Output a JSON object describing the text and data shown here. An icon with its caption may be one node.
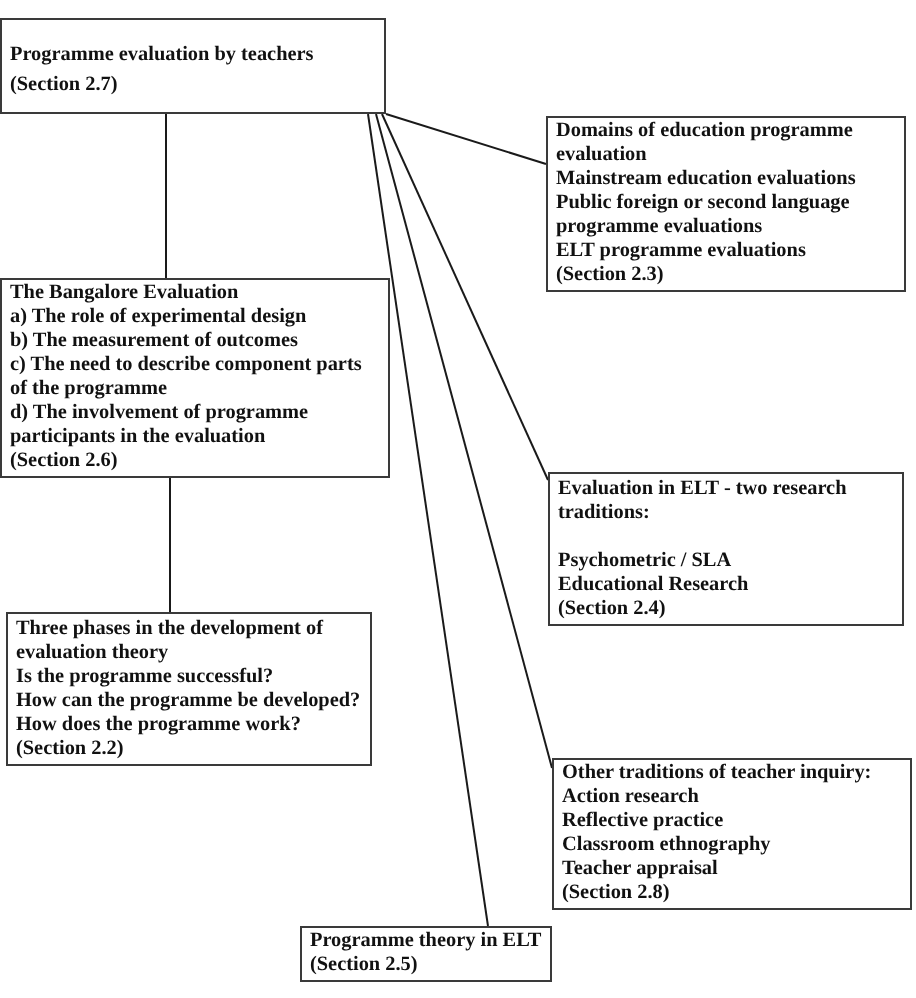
{
  "diagram": {
    "nodes": [
      {
        "text": [
          "Programme evaluation by teachers",
          "(Section 2.7)"
        ]
      },
      {
        "text": [
          "Domains of education programme evaluation",
          "Mainstream education evaluations",
          "Public foreign or second language programme evaluations",
          "ELT programme evaluations",
          "(Section 2.3)"
        ]
      },
      {
        "text": [
          "The Bangalore Evaluation",
          "a) The role of experimental design",
          "b) The measurement of outcomes",
          "c) The need to describe component parts of the programme",
          "d) The involvement of programme participants in the evaluation",
          "(Section 2.6)"
        ]
      },
      {
        "text": [
          "Evaluation in ELT - two research traditions:",
          "Psychometric / SLA",
          "Educational Research",
          "(Section 2.4)"
        ]
      },
      {
        "text": [
          "Three phases in the development of evaluation theory",
          "Is the programme successful?",
          "How can the programme be developed?",
          "How does the programme work?",
          "(Section 2.2)"
        ]
      },
      {
        "text": [
          "Other traditions of teacher inquiry:",
          "Action research",
          "Reflective practice",
          "Classroom ethnography",
          "Teacher appraisal",
          "(Section 2.8)"
        ]
      },
      {
        "text": [
          "Programme theory in ELT",
          "(Section 2.5)"
        ]
      }
    ],
    "edges": [
      {
        "from": 0,
        "to": 2,
        "arrow": "none"
      },
      {
        "from": 0,
        "to": 1,
        "arrow": "none"
      },
      {
        "from": 0,
        "to": 3,
        "arrow": "none"
      },
      {
        "from": 0,
        "to": 5,
        "arrow": "none"
      },
      {
        "from": 0,
        "to": 6,
        "arrow": "none"
      },
      {
        "from": 2,
        "to": 4,
        "arrow": "none"
      }
    ]
  }
}
